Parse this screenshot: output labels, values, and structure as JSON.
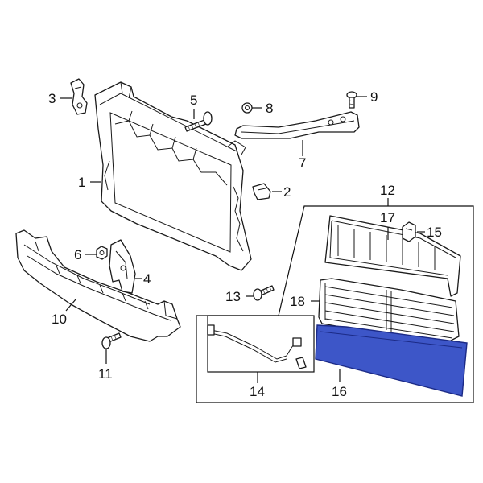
{
  "callouts": {
    "c1": "1",
    "c2": "2",
    "c3": "3",
    "c4": "4",
    "c5": "5",
    "c6": "6",
    "c7": "7",
    "c8": "8",
    "c9": "9",
    "c10": "10",
    "c11": "11",
    "c12": "12",
    "c13": "13",
    "c14": "14",
    "c15": "15",
    "c16": "16",
    "c17": "17",
    "c18": "18"
  },
  "colors": {
    "highlight": "#3d56c8",
    "highlight_stroke": "#1b2a86",
    "line": "#1a1a1a"
  }
}
